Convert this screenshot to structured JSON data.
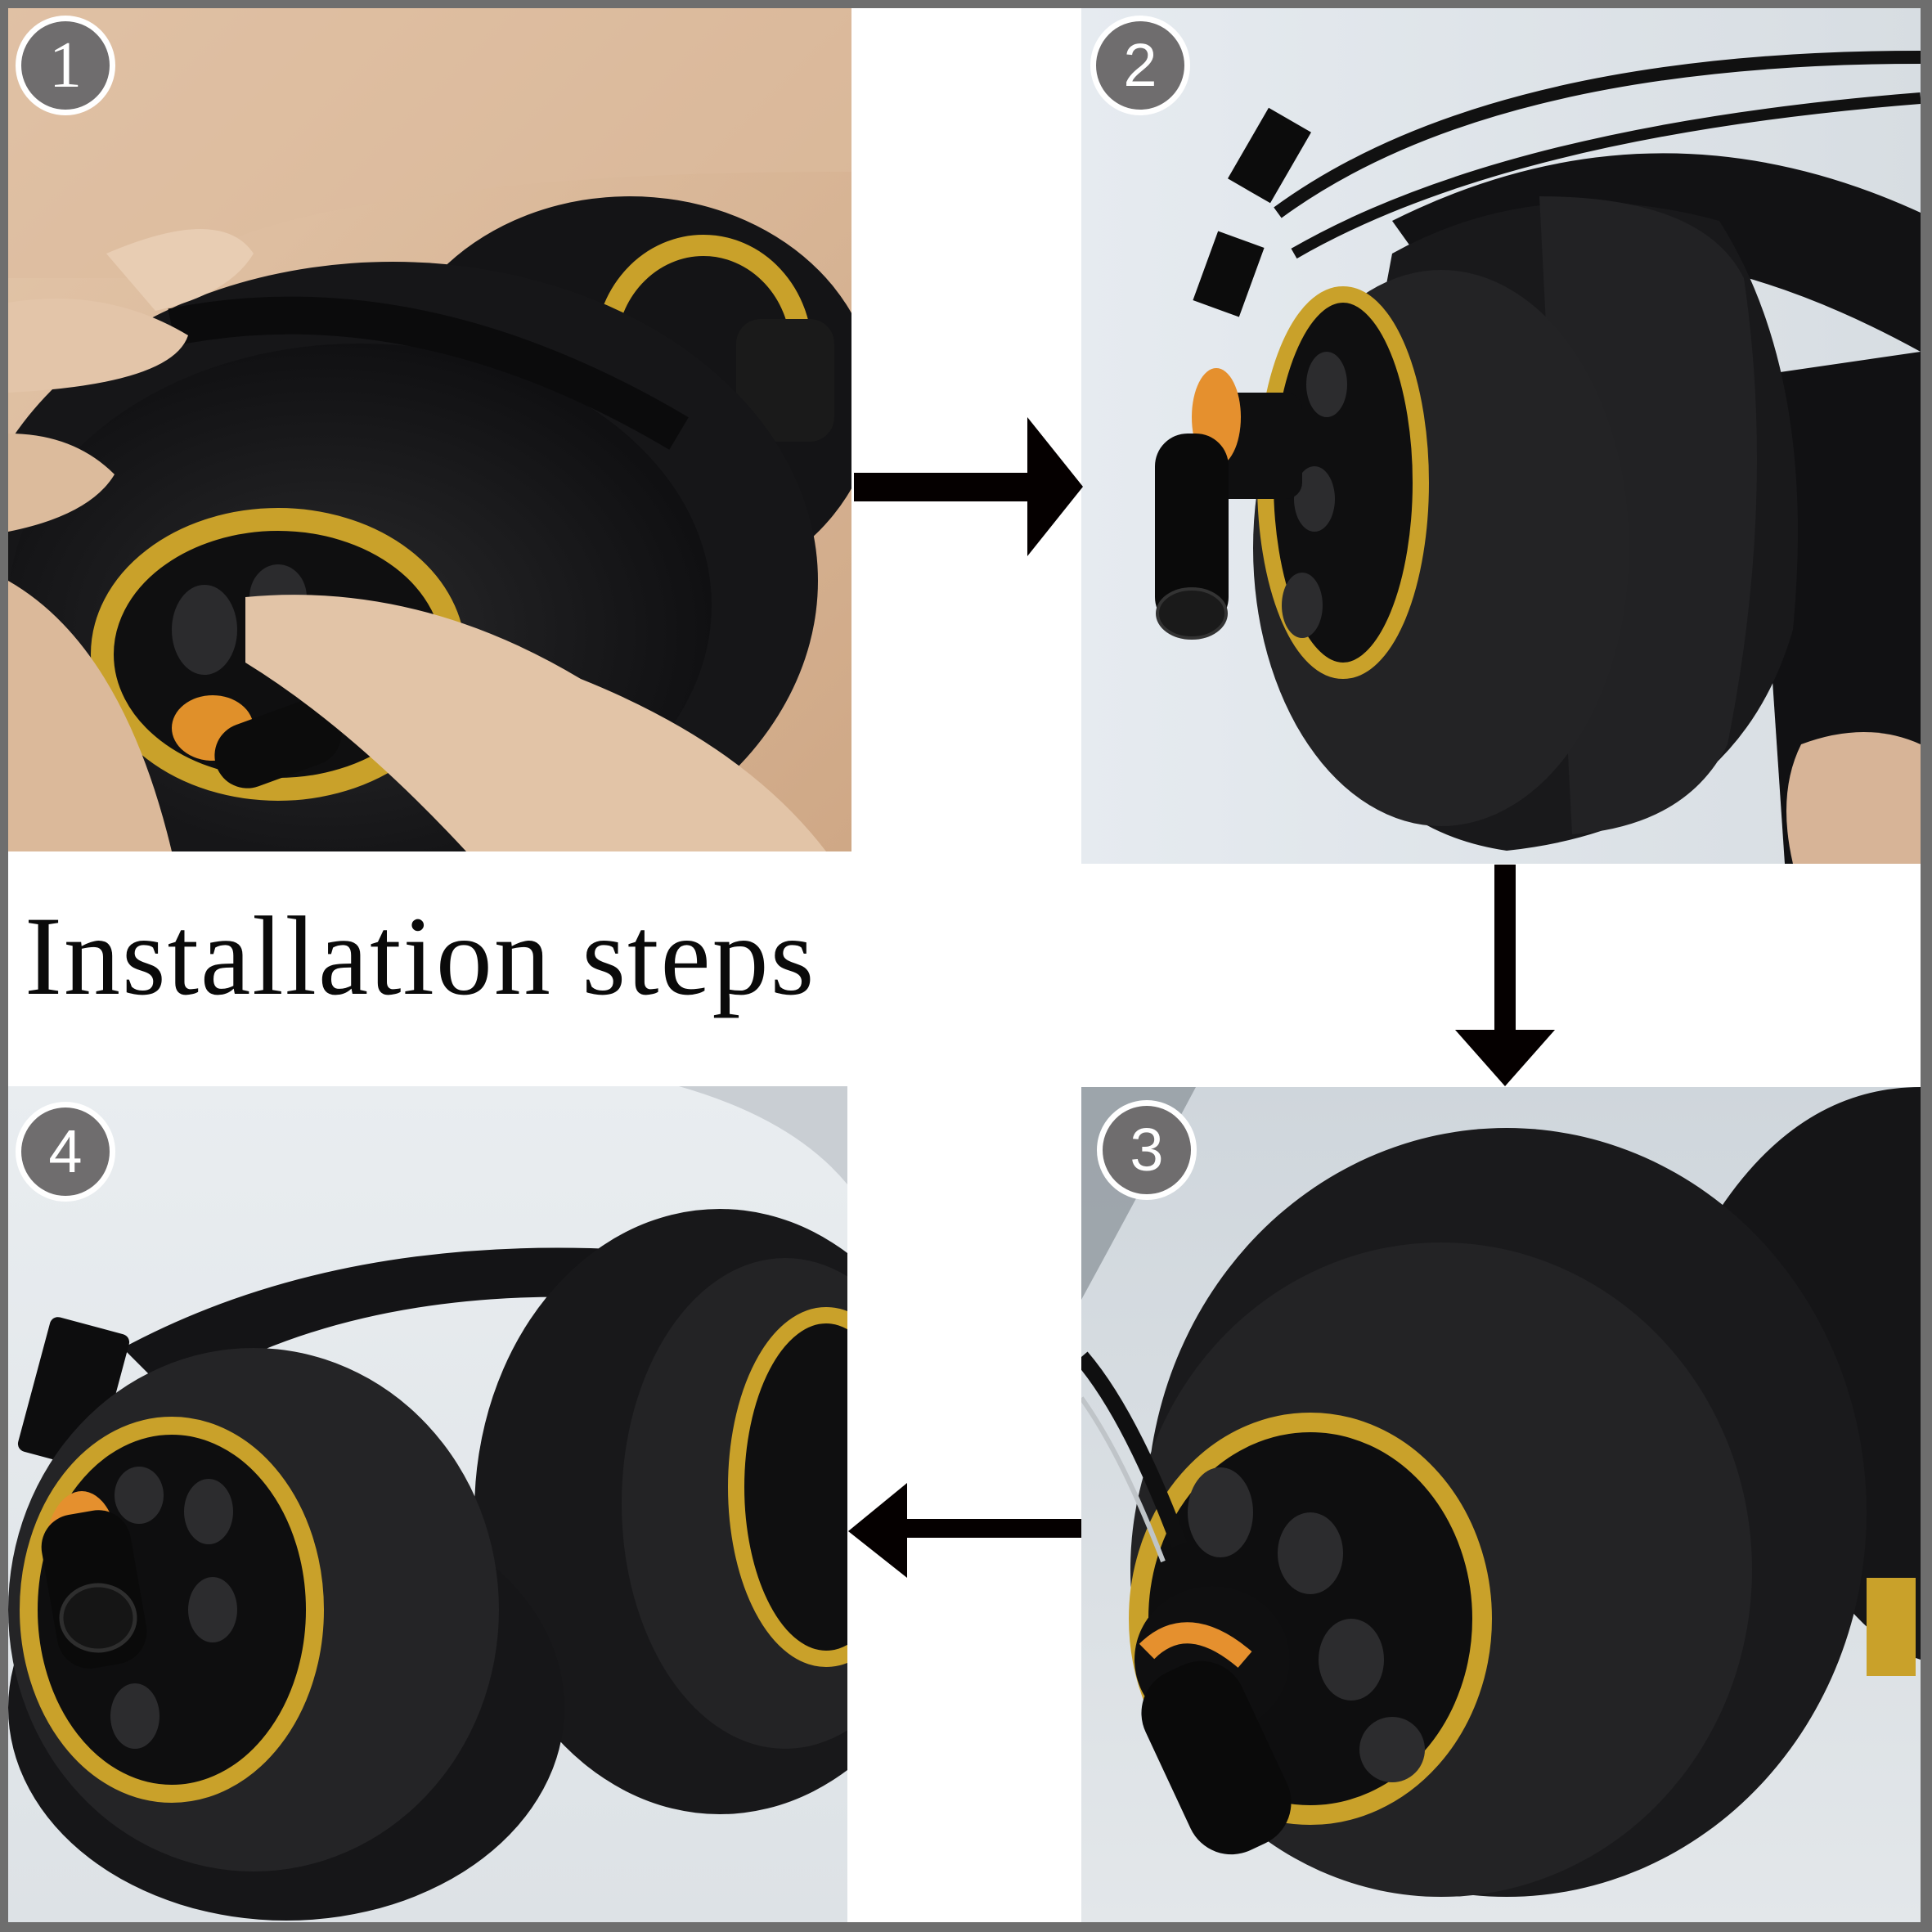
{
  "title": "Installation steps",
  "colors": {
    "frame": "#6e6e6e",
    "badge_fill": "#6f6d6e",
    "badge_ring": "#ffffff",
    "arrow": "#050000",
    "gold": "#c9a12a",
    "earcup": "#1c1c1e",
    "skin": "#d8b596",
    "studio_bg": "#e3e8ed"
  },
  "steps": [
    {
      "number": "1",
      "description": "Hands peeling the ear pad off the earcup",
      "bg": "skin"
    },
    {
      "number": "2",
      "description": "Headphone earcup side view with new pad",
      "bg": "studio"
    },
    {
      "number": "3",
      "description": "Close-up of installed ear pad on earcup",
      "bg": "studio"
    },
    {
      "number": "4",
      "description": "Both earcups with ear pads installed",
      "bg": "studio"
    }
  ],
  "arrows": [
    {
      "direction": "right",
      "from_step": "1",
      "to_step": "2"
    },
    {
      "direction": "down",
      "from_step": "2",
      "to_step": "3"
    },
    {
      "direction": "left",
      "from_step": "3",
      "to_step": "4"
    }
  ]
}
